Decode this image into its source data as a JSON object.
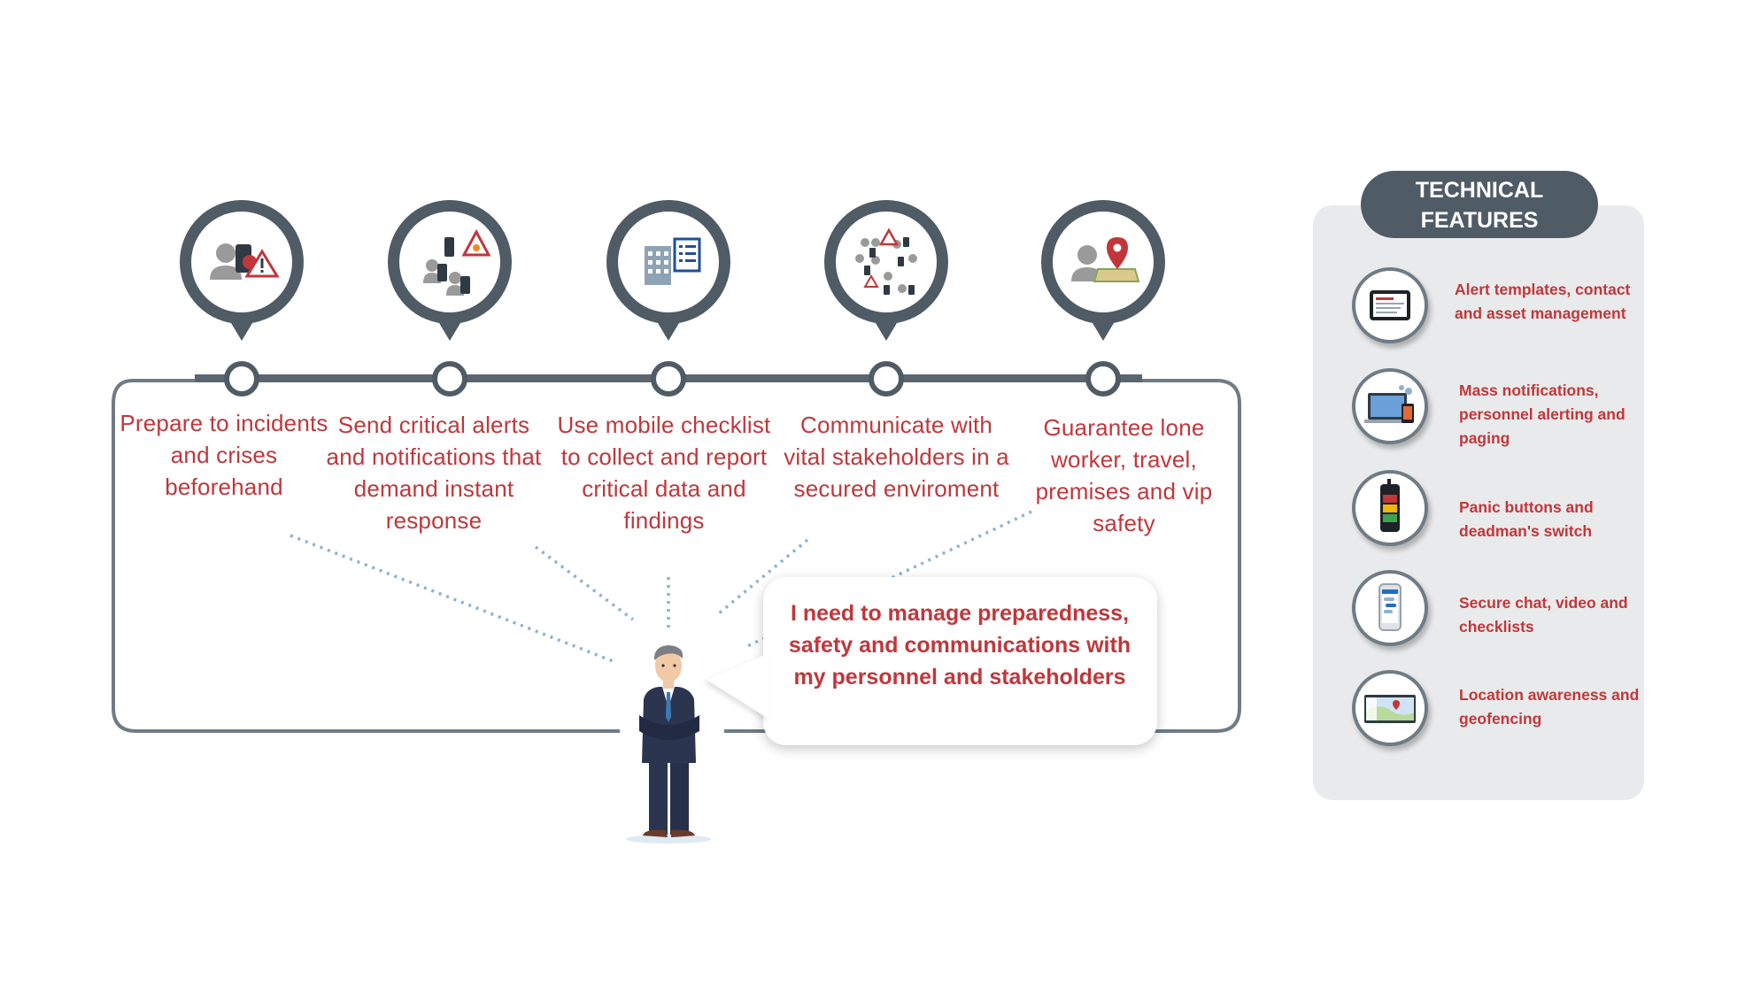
{
  "steps": [
    {
      "text": "Prepare to incidents and crises beforehand",
      "icon": "person-phone-alert-icon"
    },
    {
      "text": "Send critical alerts and notifications that demand instant response",
      "icon": "mass-alert-people-icon"
    },
    {
      "text": "Use mobile checklist to collect and report critical data and findings",
      "icon": "building-checklist-icon"
    },
    {
      "text": "Communicate with vital stakeholders in a secured enviroment",
      "icon": "stakeholders-network-icon"
    },
    {
      "text": "Guarantee lone worker, travel, premises and vip safety",
      "icon": "worker-location-map-icon"
    }
  ],
  "speech": "I need to manage preparedness, safety and communications with my personnel and stakeholders",
  "panel": {
    "title": "TECHNICAL FEATURES",
    "features": [
      {
        "text": "Alert templates, contact and asset management",
        "icon": "tablet-icon"
      },
      {
        "text": "Mass notifications, personnel alerting and paging",
        "icon": "devices-icon"
      },
      {
        "text": "Panic buttons and deadman's switch",
        "icon": "panic-button-phone-icon"
      },
      {
        "text": "Secure chat, video and checklists",
        "icon": "smartphone-chat-icon"
      },
      {
        "text": "Location awareness and geofencing",
        "icon": "map-screen-icon"
      }
    ]
  },
  "colors": {
    "accent_red": "#c0373b",
    "dark_slate": "#4f5b65",
    "line_gray": "#6f7b85",
    "dotted_blue": "#8fb1d0",
    "panel_bg": "#e9eaeb"
  }
}
